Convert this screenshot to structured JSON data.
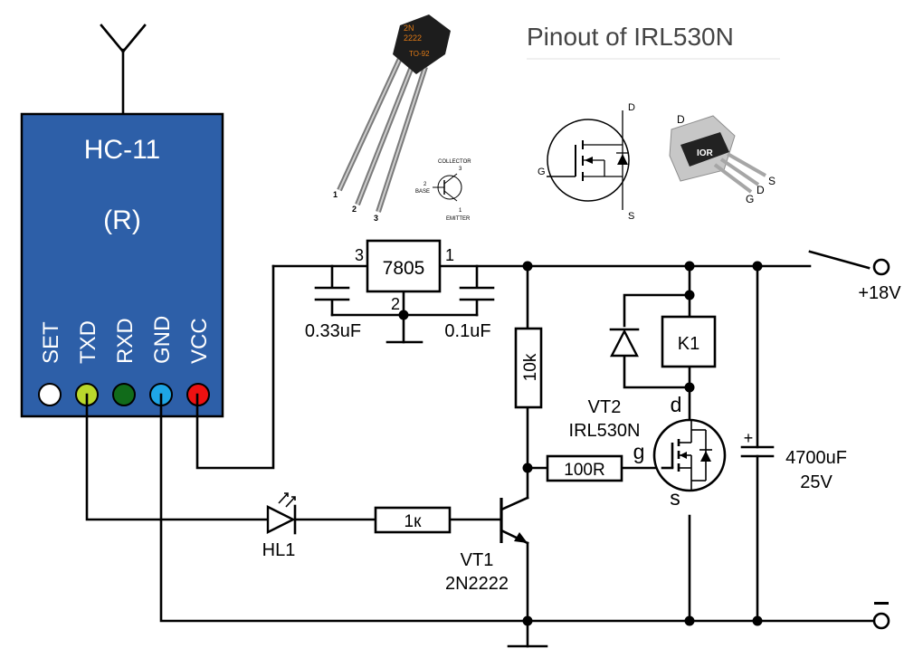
{
  "module": {
    "name": "HC-11",
    "mode": "(R)",
    "pins": [
      {
        "label": "SET",
        "color": "#ffffff"
      },
      {
        "label": "TXD",
        "color": "#b9d82c"
      },
      {
        "label": "RXD",
        "color": "#116b1a"
      },
      {
        "label": "GND",
        "color": "#1ea6e6"
      },
      {
        "label": "VCC",
        "color": "#ee1111"
      }
    ],
    "body_color": "#2d5fa8"
  },
  "regulator": {
    "name": "7805",
    "pin_in": "3",
    "pin_out": "1",
    "pin_gnd": "2"
  },
  "capacitors": {
    "c_in": "0.33uF",
    "c_out": "0.1uF",
    "c_big_value": "4700uF",
    "c_big_voltage": "25V",
    "c_big_plus": "+"
  },
  "resistors": {
    "r_base": "1к",
    "r_pullup": "10k",
    "r_gate": "100R"
  },
  "led": {
    "name": "HL1"
  },
  "relay": {
    "name": "K1"
  },
  "vt1": {
    "name": "VT1",
    "part": "2N2222"
  },
  "vt2": {
    "name": "VT2",
    "part": "IRL530N",
    "pin_d": "d",
    "pin_g": "g",
    "pin_s": "s"
  },
  "power": {
    "plus": "+18V",
    "minus": "-"
  },
  "to92": {
    "marking_1": "2N",
    "marking_2": "2222",
    "marking_3": "TO-92",
    "leg_1": "1",
    "leg_2": "2",
    "leg_3": "3",
    "collector": "COLLECTOR",
    "collector_num": "3",
    "base": "BASE",
    "base_num": "2",
    "emitter": "EMITTER",
    "emitter_num": "1"
  },
  "pinout": {
    "title": "Pinout of IRL530N",
    "sym_d": "D",
    "sym_g": "G",
    "sym_s": "S",
    "pkg_d": "D",
    "pkg_g": "G",
    "pkg_d2": "D",
    "pkg_s": "S",
    "pkg_logo": "IOR"
  }
}
